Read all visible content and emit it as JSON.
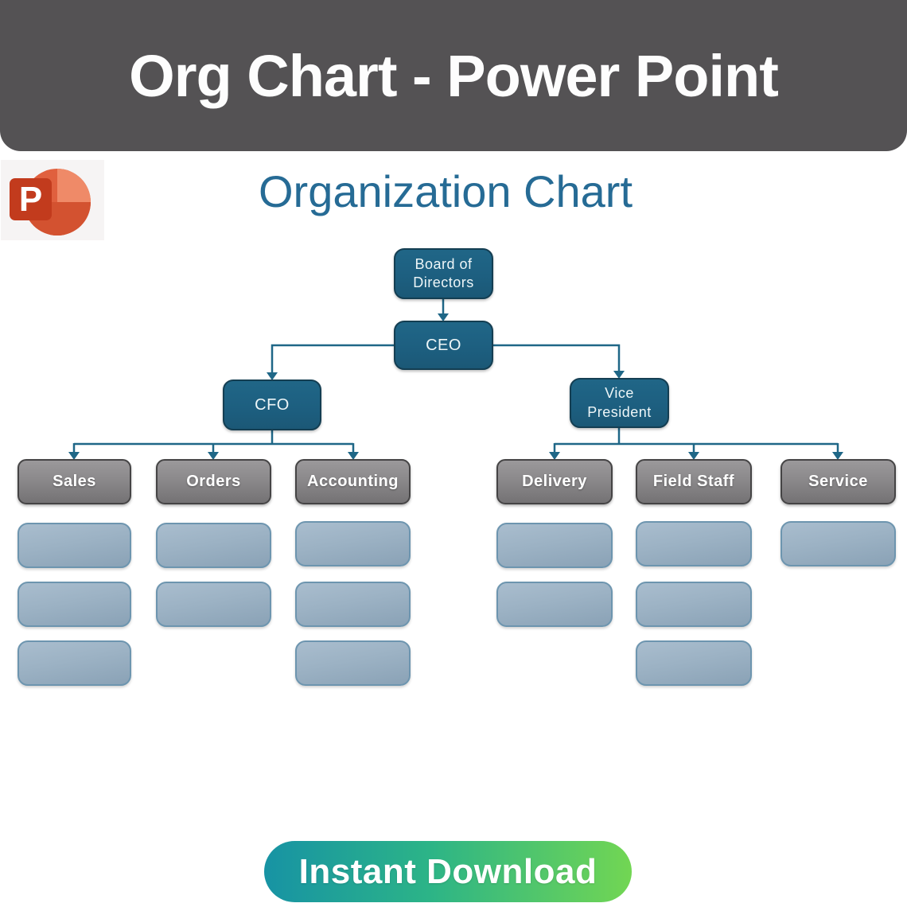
{
  "banner": {
    "title": "Org Chart - Power Point",
    "bg_color": "#545254",
    "text_color": "#ffffff"
  },
  "powerpoint_icon": {
    "letter": "P",
    "circle_color": "#e0603e",
    "quarter_color": "#ef8a68",
    "bottom_color": "#d35230",
    "square_color": "#c23b1d"
  },
  "slide": {
    "title": "Organization Chart",
    "title_color": "#266b95"
  },
  "org_chart": {
    "type": "org-tree",
    "nodes": {
      "board": "Board of\nDirectors",
      "ceo": "CEO",
      "cfo": "CFO",
      "vp": "Vice\nPresident"
    },
    "hierarchy": {
      "Board of Directors": [
        "CEO"
      ],
      "CEO": [
        "CFO",
        "Vice President"
      ],
      "CFO": [
        "Sales",
        "Orders",
        "Accounting"
      ],
      "Vice President": [
        "Delivery",
        "Field Staff",
        "Service"
      ]
    },
    "departments": [
      {
        "label": "Sales",
        "empty_slots": 3
      },
      {
        "label": "Orders",
        "empty_slots": 2
      },
      {
        "label": "Accounting",
        "empty_slots": 3
      },
      {
        "label": "Delivery",
        "empty_slots": 2
      },
      {
        "label": "Field Staff",
        "empty_slots": 3
      },
      {
        "label": "Service",
        "empty_slots": 1
      }
    ],
    "node_color": "#1d5f80",
    "department_color": "#8b898b",
    "placeholder_color": "#9cb2c4",
    "connector_color": "#1f6787"
  },
  "cta": {
    "label": "Instant Download",
    "gradient": [
      "#1793a4",
      "#72d653"
    ],
    "text_color": "#ffffff"
  }
}
